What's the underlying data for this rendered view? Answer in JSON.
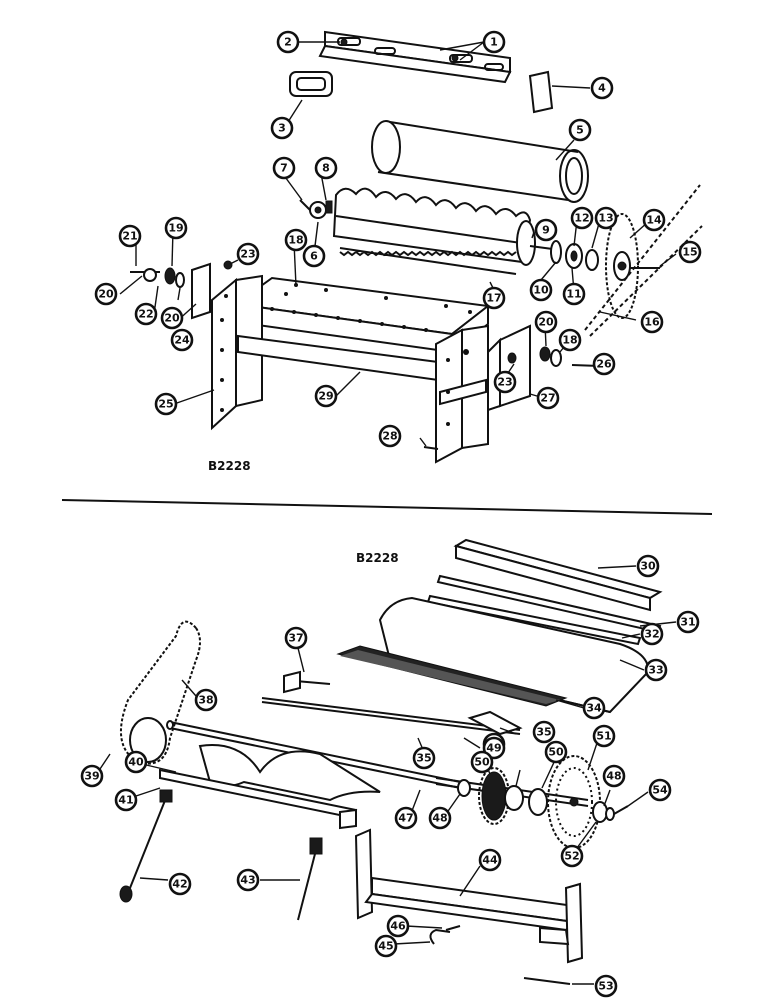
{
  "figure_codes": {
    "upper": "B2228",
    "lower": "B2228"
  },
  "upper_callouts": [
    "1",
    "2",
    "3",
    "4",
    "5",
    "6",
    "7",
    "8",
    "9",
    "10",
    "11",
    "12",
    "13",
    "14",
    "15",
    "16",
    "17",
    "18",
    "19",
    "20",
    "20",
    "21",
    "22",
    "23",
    "23",
    "24",
    "25",
    "26",
    "27",
    "28",
    "29",
    "20",
    "18"
  ],
  "lower_callouts": [
    "30",
    "31",
    "32",
    "33",
    "34",
    "35",
    "35",
    "36",
    "37",
    "38",
    "39",
    "40",
    "41",
    "42",
    "43",
    "44",
    "45",
    "46",
    "47",
    "48",
    "48",
    "49",
    "50",
    "50",
    "51",
    "52",
    "53",
    "54"
  ]
}
